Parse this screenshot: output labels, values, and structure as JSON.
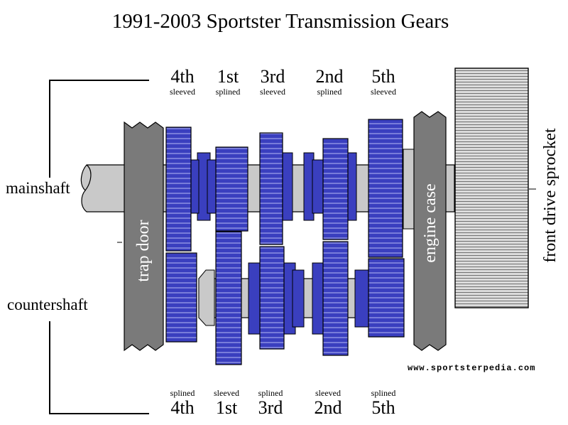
{
  "title": "1991-2003 Sportster Transmission Gears",
  "mainshaft_label": "mainshaft",
  "countershaft_label": "countershaft",
  "trap_door_label": "trap door",
  "engine_case_label": "engine case",
  "sprocket_label": "front drive sprocket",
  "website": "www.sportsterpedia.com",
  "top_gears": [
    {
      "name": "4th",
      "type": "sleeved"
    },
    {
      "name": "1st",
      "type": "splined"
    },
    {
      "name": "3rd",
      "type": "sleeved"
    },
    {
      "name": "2nd",
      "type": "splined"
    },
    {
      "name": "5th",
      "type": "sleeved"
    }
  ],
  "bottom_gears": [
    {
      "name": "4th",
      "type": "splined"
    },
    {
      "name": "1st",
      "type": "sleeved"
    },
    {
      "name": "3rd",
      "type": "splined"
    },
    {
      "name": "2nd",
      "type": "sleeved"
    },
    {
      "name": "5th",
      "type": "splined"
    }
  ],
  "colors": {
    "gear_blue": "#3a3fbf",
    "gear_stripe": "#8f93e6",
    "shaft_gray": "#c9c9c9",
    "housing_gray": "#7a7a7a",
    "sprocket_gray": "#dcdcdc"
  }
}
